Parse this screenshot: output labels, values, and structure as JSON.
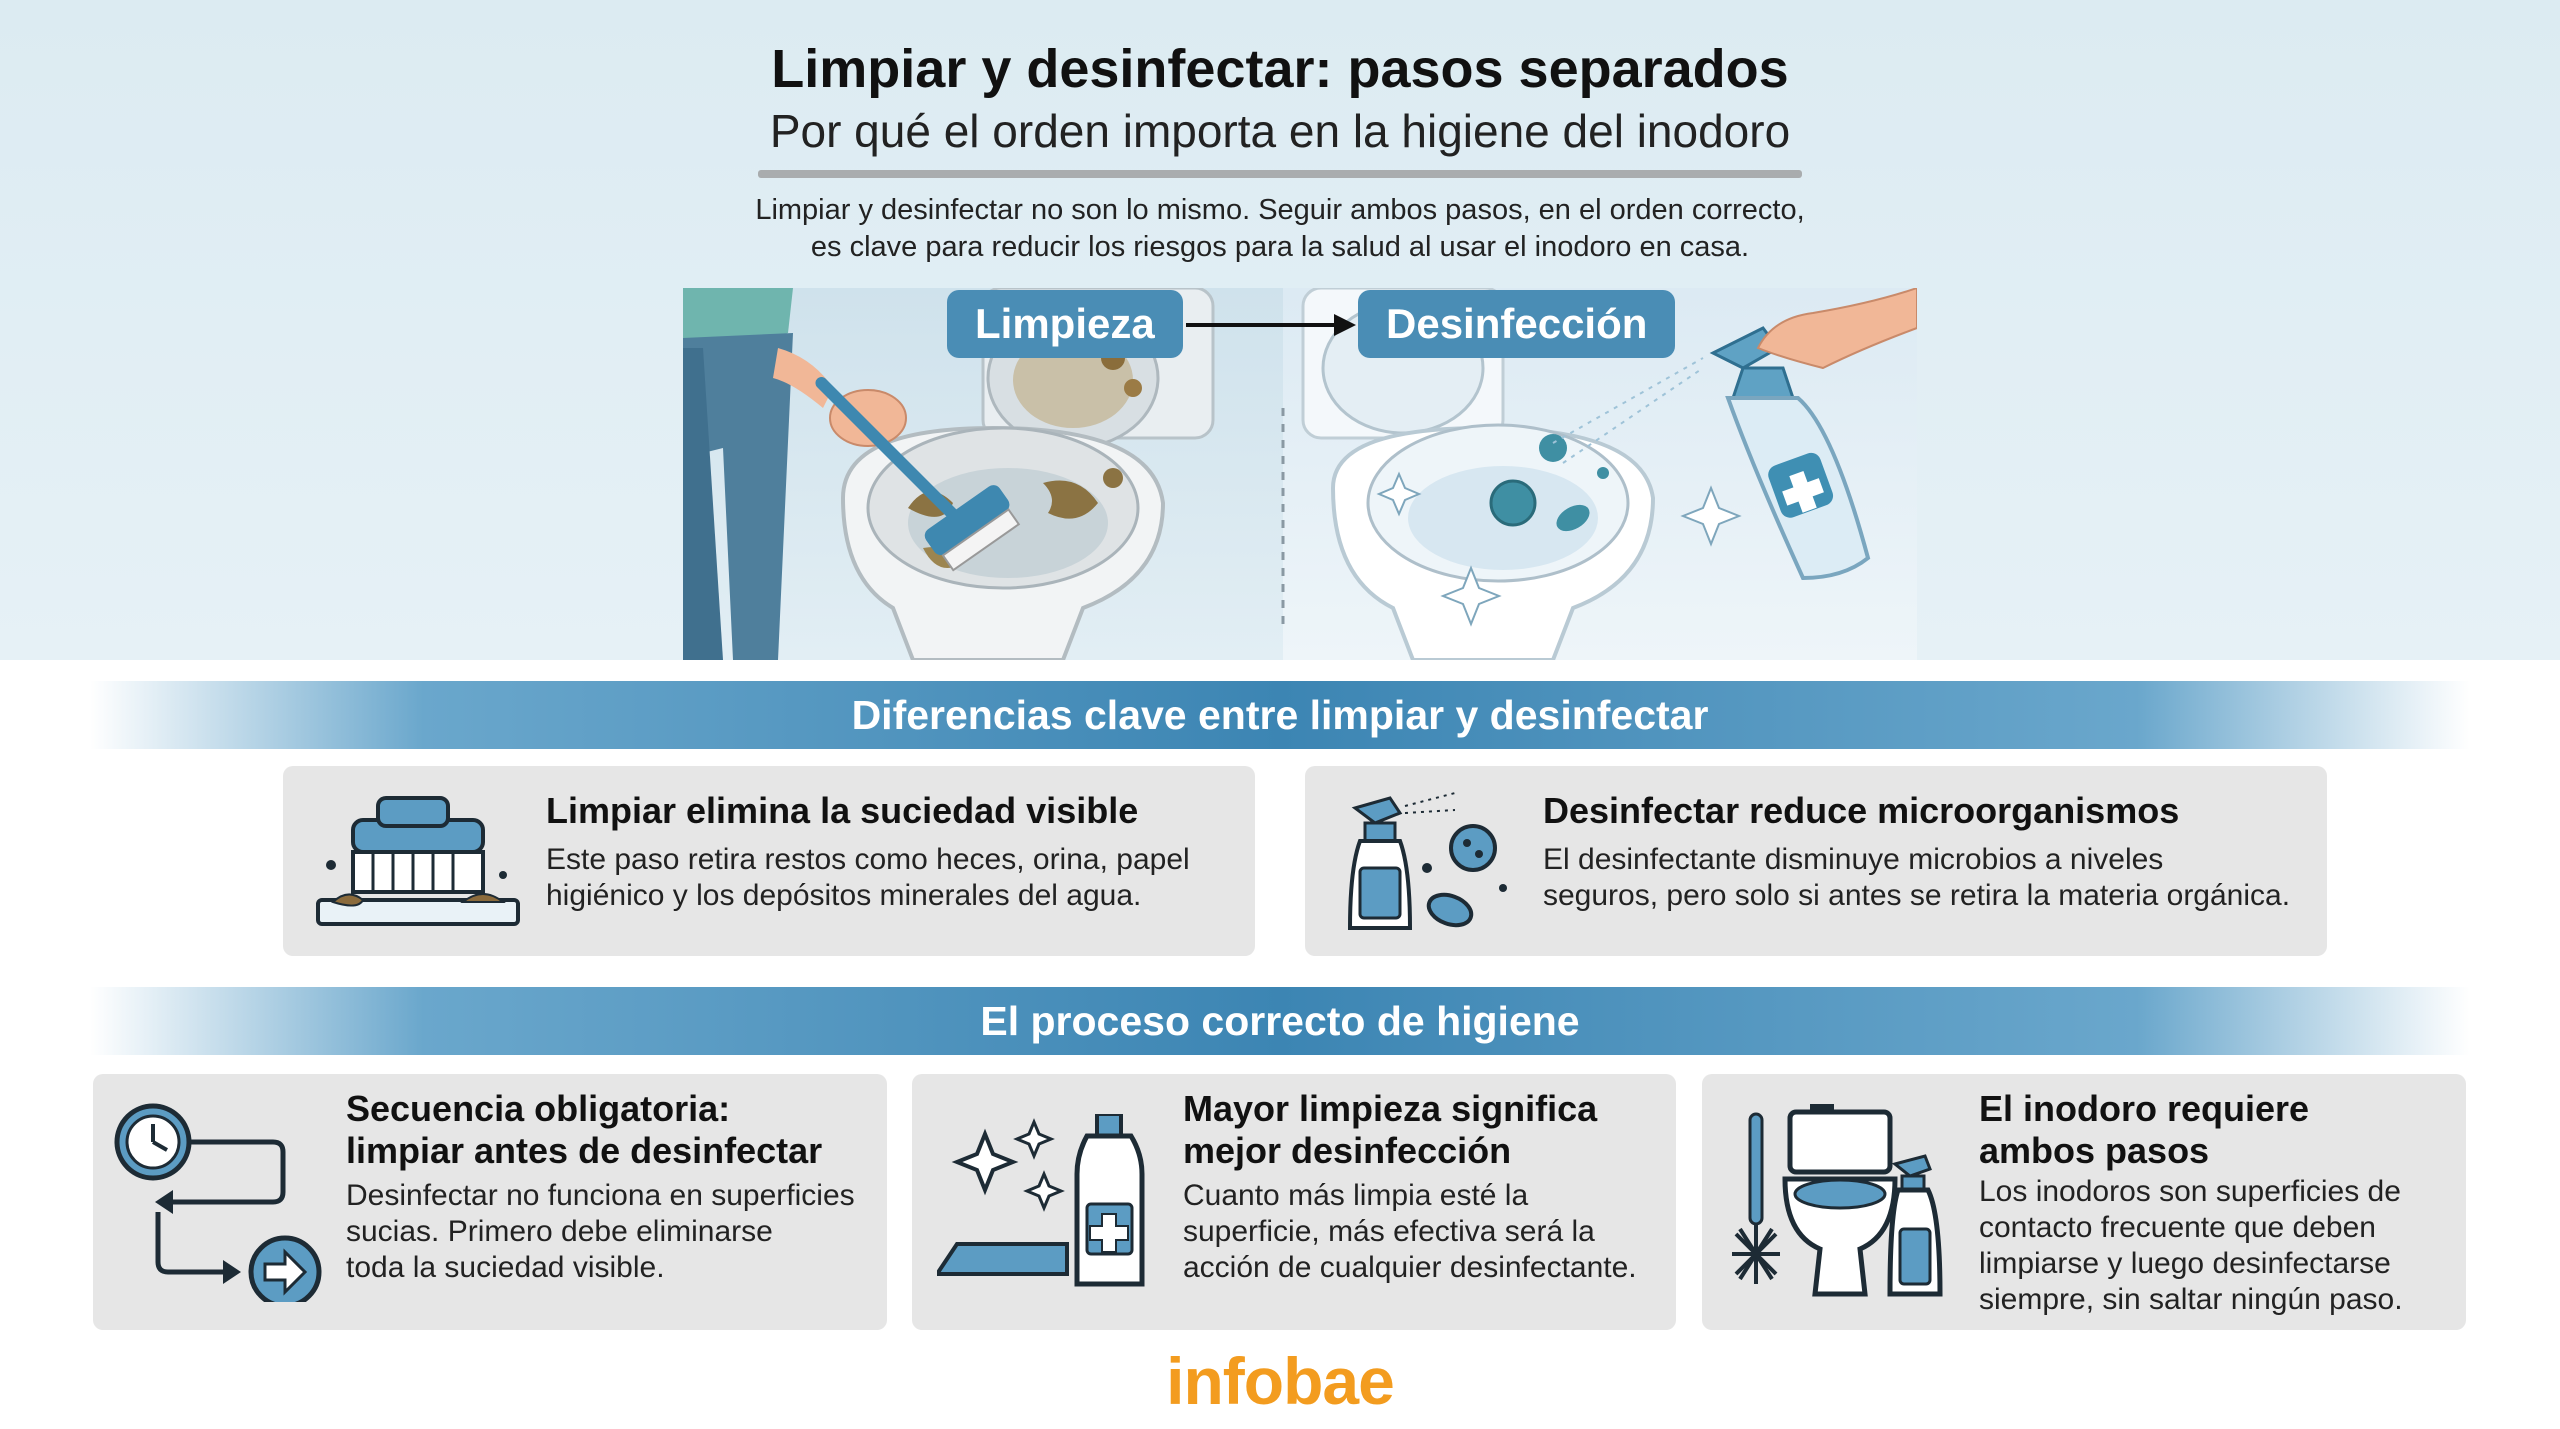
{
  "header": {
    "title": "Limpiar y desinfectar: pasos separados",
    "subtitle": "Por qué el orden importa en la higiene del inodoro",
    "intro_line1": "Limpiar y desinfectar no son lo mismo. Seguir ambos pasos, en el orden correcto,",
    "intro_line2": "es clave para reducir los riesgos para la salud al usar el inodoro en casa."
  },
  "illustration": {
    "step1_label": "Limpieza",
    "step2_label": "Desinfección"
  },
  "section1": {
    "heading": "Diferencias clave entre limpiar y desinfectar",
    "cards": [
      {
        "icon": "scrub-brush-icon",
        "title": "Limpiar elimina la suciedad visible",
        "text_line1": "Este paso retira restos como heces, orina, papel",
        "text_line2": "higiénico y los depósitos minerales del agua."
      },
      {
        "icon": "spray-germs-icon",
        "title": "Desinfectar reduce microorganismos",
        "text_line1": "El desinfectante disminuye microbios a niveles",
        "text_line2": "seguros, pero solo si antes se retira la materia orgánica."
      }
    ]
  },
  "section2": {
    "heading": "El proceso correcto de higiene",
    "cards": [
      {
        "icon": "clock-sequence-icon",
        "title_line1": "Secuencia obligatoria:",
        "title_line2": "limpiar antes de desinfectar",
        "text_line1": "Desinfectar no funciona en superficies",
        "text_line2": "sucias. Primero debe eliminarse",
        "text_line3": "toda la suciedad visible."
      },
      {
        "icon": "clean-surface-bottle-icon",
        "title_line1": "Mayor limpieza significa",
        "title_line2": "mejor desinfección",
        "text_line1": "Cuanto más limpia esté la",
        "text_line2": "superficie, más efectiva será la",
        "text_line3": "acción de cualquier desinfectante."
      },
      {
        "icon": "toilet-brush-spray-icon",
        "title_line1": "El inodoro requiere",
        "title_line2": "ambos pasos",
        "text_line1": "Los inodoros son superficies de",
        "text_line2": "contacto frecuente que deben",
        "text_line3": "limpiarse y luego desinfectarse",
        "text_line4": "siempre, sin saltar ningún paso."
      }
    ]
  },
  "footer": {
    "logo": "infobae"
  },
  "colors": {
    "accent_blue": "#3c85b3",
    "label_blue": "#4a8db5",
    "logo_orange": "#f39c1f",
    "card_gray": "#e6e6e6"
  }
}
